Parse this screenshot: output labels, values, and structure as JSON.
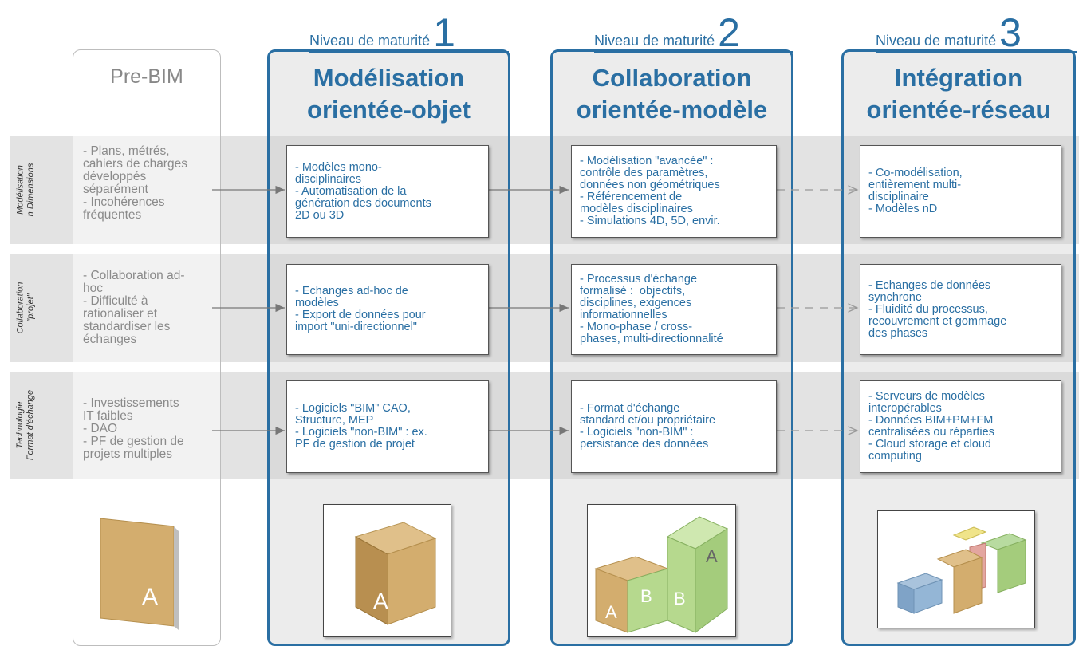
{
  "rows": [
    {
      "label": "Modélisation\nn Dimensions"
    },
    {
      "label": "Collaboration\n\"projet\""
    },
    {
      "label": "Technologie\nFormat d'échange"
    }
  ],
  "pre_bim": {
    "title": "Pre-BIM",
    "cells": [
      "- Plans, métrés,\ncahiers de charges\ndéveloppés\nséparément\n- Incohérences\nfréquentes",
      "- Collaboration ad-\nhoc\n- Difficulté à\nrationaliser et\nstandardiser les\néchanges",
      "- Investissements\nIT faibles\n- DAO\n- PF de gestion de\nprojets multiples"
    ],
    "image_letter": "A"
  },
  "levels": [
    {
      "level_text": "Niveau de maturité",
      "level_number": "1",
      "title": "Modélisation\norientée-objet",
      "cells": [
        "- Modèles mono-\ndisciplinaires\n- Automatisation de la\ngénération des documents\n2D ou 3D",
        "- Echanges ad-hoc de\nmodèles\n- Export de données pour\nimport \"uni-directionnel\"",
        "- Logiciels \"BIM\" CAO,\nStructure, MEP\n- Logiciels \"non-BIM\" : ex.\nPF de gestion de projet"
      ],
      "image_letters": [
        "A"
      ]
    },
    {
      "level_text": "Niveau de maturité",
      "level_number": "2",
      "title": "Collaboration\norientée-modèle",
      "cells": [
        "- Modélisation \"avancée\" :\ncontrôle des paramètres,\ndonnées non géométriques\n- Référencement de\nmodèles disciplinaires\n- Simulations 4D, 5D, envir.",
        "- Processus d'échange\nformalisé :  objectifs,\ndisciplines, exigences\ninformationnelles\n- Mono-phase / cross-\nphases, multi-directionnalité",
        "- Format d'échange\nstandard et/ou propriétaire\n- Logiciels \"non-BIM\" :\npersistance des données"
      ],
      "image_letters": [
        "A",
        "B",
        "B",
        "A"
      ]
    },
    {
      "level_text": "Niveau de maturité",
      "level_number": "3",
      "title": "Intégration\norientée-réseau",
      "cells": [
        "- Co-modélisation,\nentièrement multi-\ndisciplinaire\n- Modèles nD",
        "- Echanges de données\nsynchrone\n- Fluidité du processus,\nrecouvrement et gommage\ndes phases",
        "- Serveurs de modèles\ninteropérables\n- Données BIM+PM+FM\ncentralisées ou réparties\n- Cloud storage et cloud\ncomputing"
      ],
      "image_letters": []
    }
  ],
  "colors": {
    "accent": "#2a6fa3",
    "band": "#e3e3e3",
    "pre_text": "#8a8a8a"
  }
}
